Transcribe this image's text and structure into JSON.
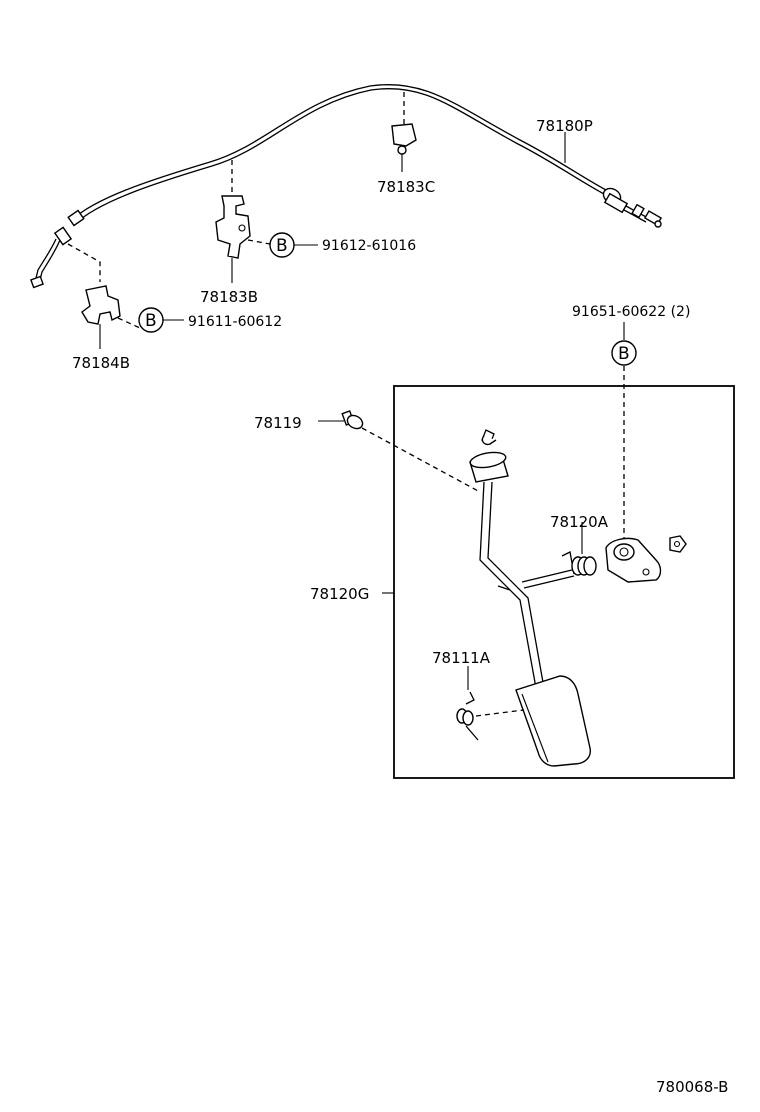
{
  "diagram": {
    "labels": {
      "p78180P": "78180P",
      "p78183C": "78183C",
      "p78183B": "78183B",
      "p78184B": "78184B",
      "p78119": "78119",
      "p78120A": "78120A",
      "p78120G": "78120G",
      "p78111A": "78111A"
    },
    "bolts": {
      "bolt_91612": {
        "letter": "B",
        "part": "91612-61016"
      },
      "bolt_91611": {
        "letter": "B",
        "part": "91611-60612"
      },
      "bolt_91651": {
        "letter": "B",
        "part": "91651-60622 (2)"
      }
    },
    "figure_code": "780068-B"
  }
}
